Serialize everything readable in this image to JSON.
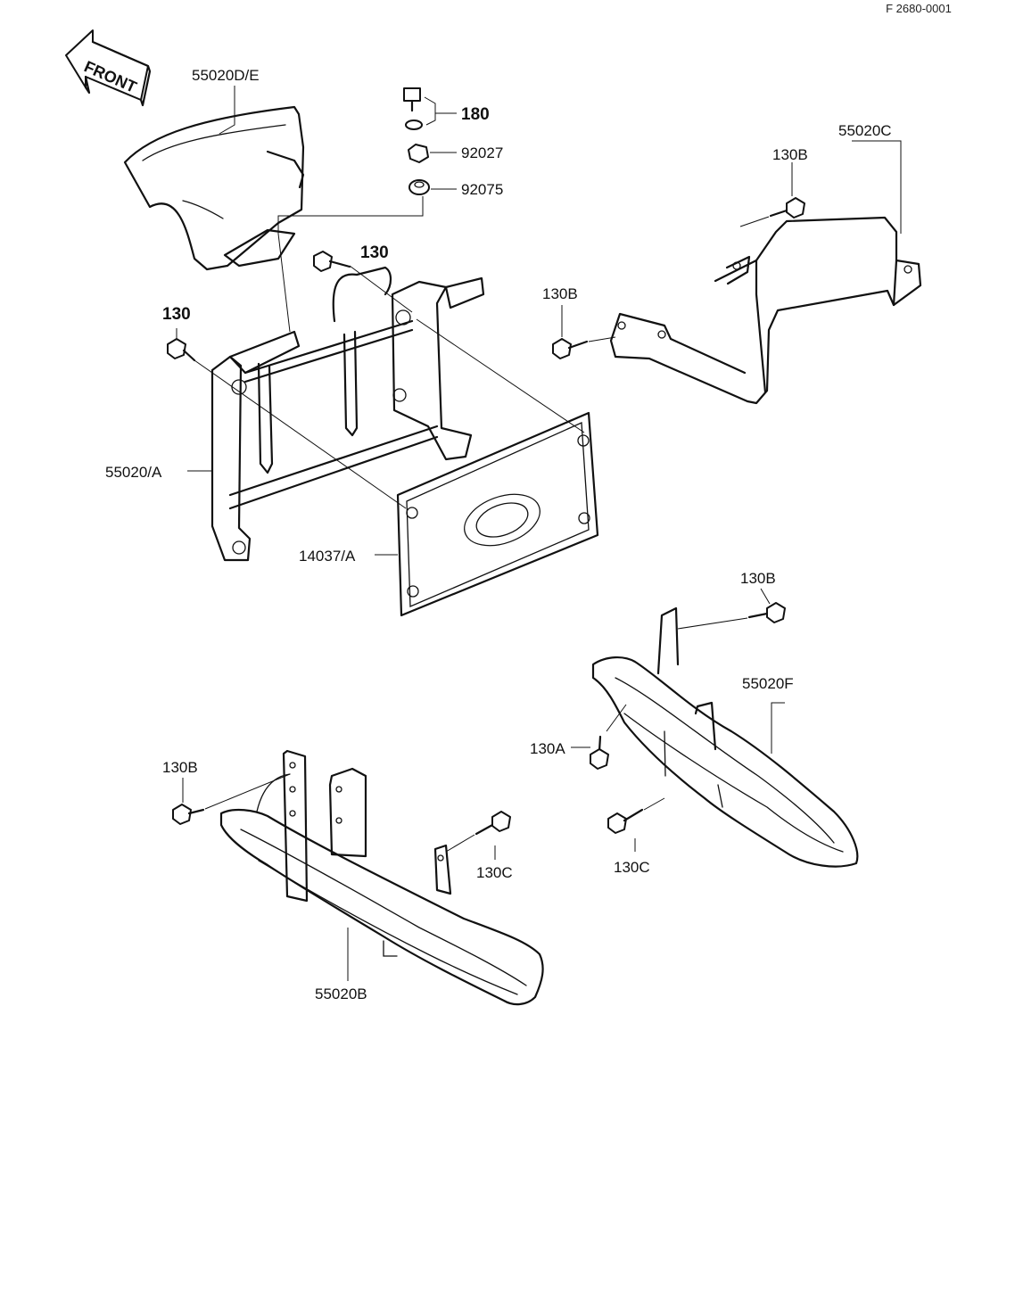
{
  "drawing_code": "F 2680-0001",
  "front_arrow_label": "FRONT",
  "labels": {
    "p55020DE": "55020D/E",
    "p180": "180",
    "p92027": "92027",
    "p92075": "92075",
    "p130_top": "130",
    "p130_left": "130",
    "p55020A": "55020/A",
    "p14037A": "14037/A",
    "p55020C": "55020C",
    "p130B_top": "130B",
    "p130B_mid": "130B",
    "p130B_right": "130B",
    "p55020F": "55020F",
    "p130A": "130A",
    "p130C_right": "130C",
    "p130B_left": "130B",
    "p130C_left": "130C",
    "p55020B": "55020B"
  }
}
